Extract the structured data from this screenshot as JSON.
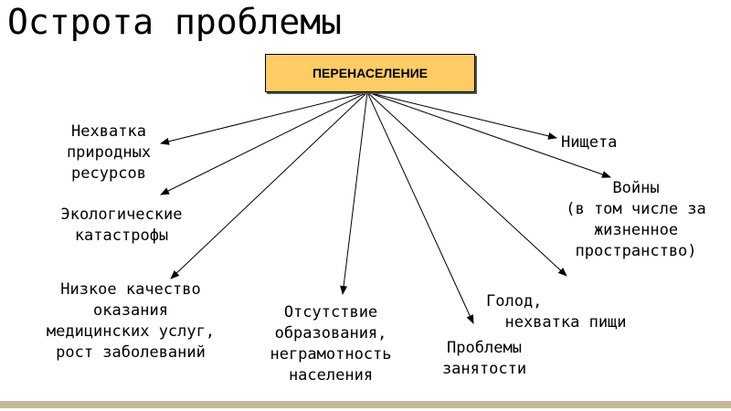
{
  "slide": {
    "title": "Острота проблемы"
  },
  "diagram": {
    "root": "ПЕРЕНАСЕЛЕНИЕ",
    "nodes": {
      "resources": "Нехватка\nприродных\nресурсов",
      "ecology": "Экологические\nкатастрофы",
      "medicine": "Низкое качество\nоказания\nмедицинских услуг,\nрост заболеваний",
      "education": "Отсутствие\nобразования,\nнеграмотность\nнаселения",
      "employment": "Проблемы\nзанятости",
      "hunger": "Голод,\n  нехватка пищи",
      "poverty": "Нищета",
      "wars": "Войны\n(в том числе за\nжизненное\nпространство)"
    },
    "colors": {
      "root_fill": "#ffcc66",
      "footer_bar": "#c8b89a",
      "arrow": "#000000"
    }
  }
}
